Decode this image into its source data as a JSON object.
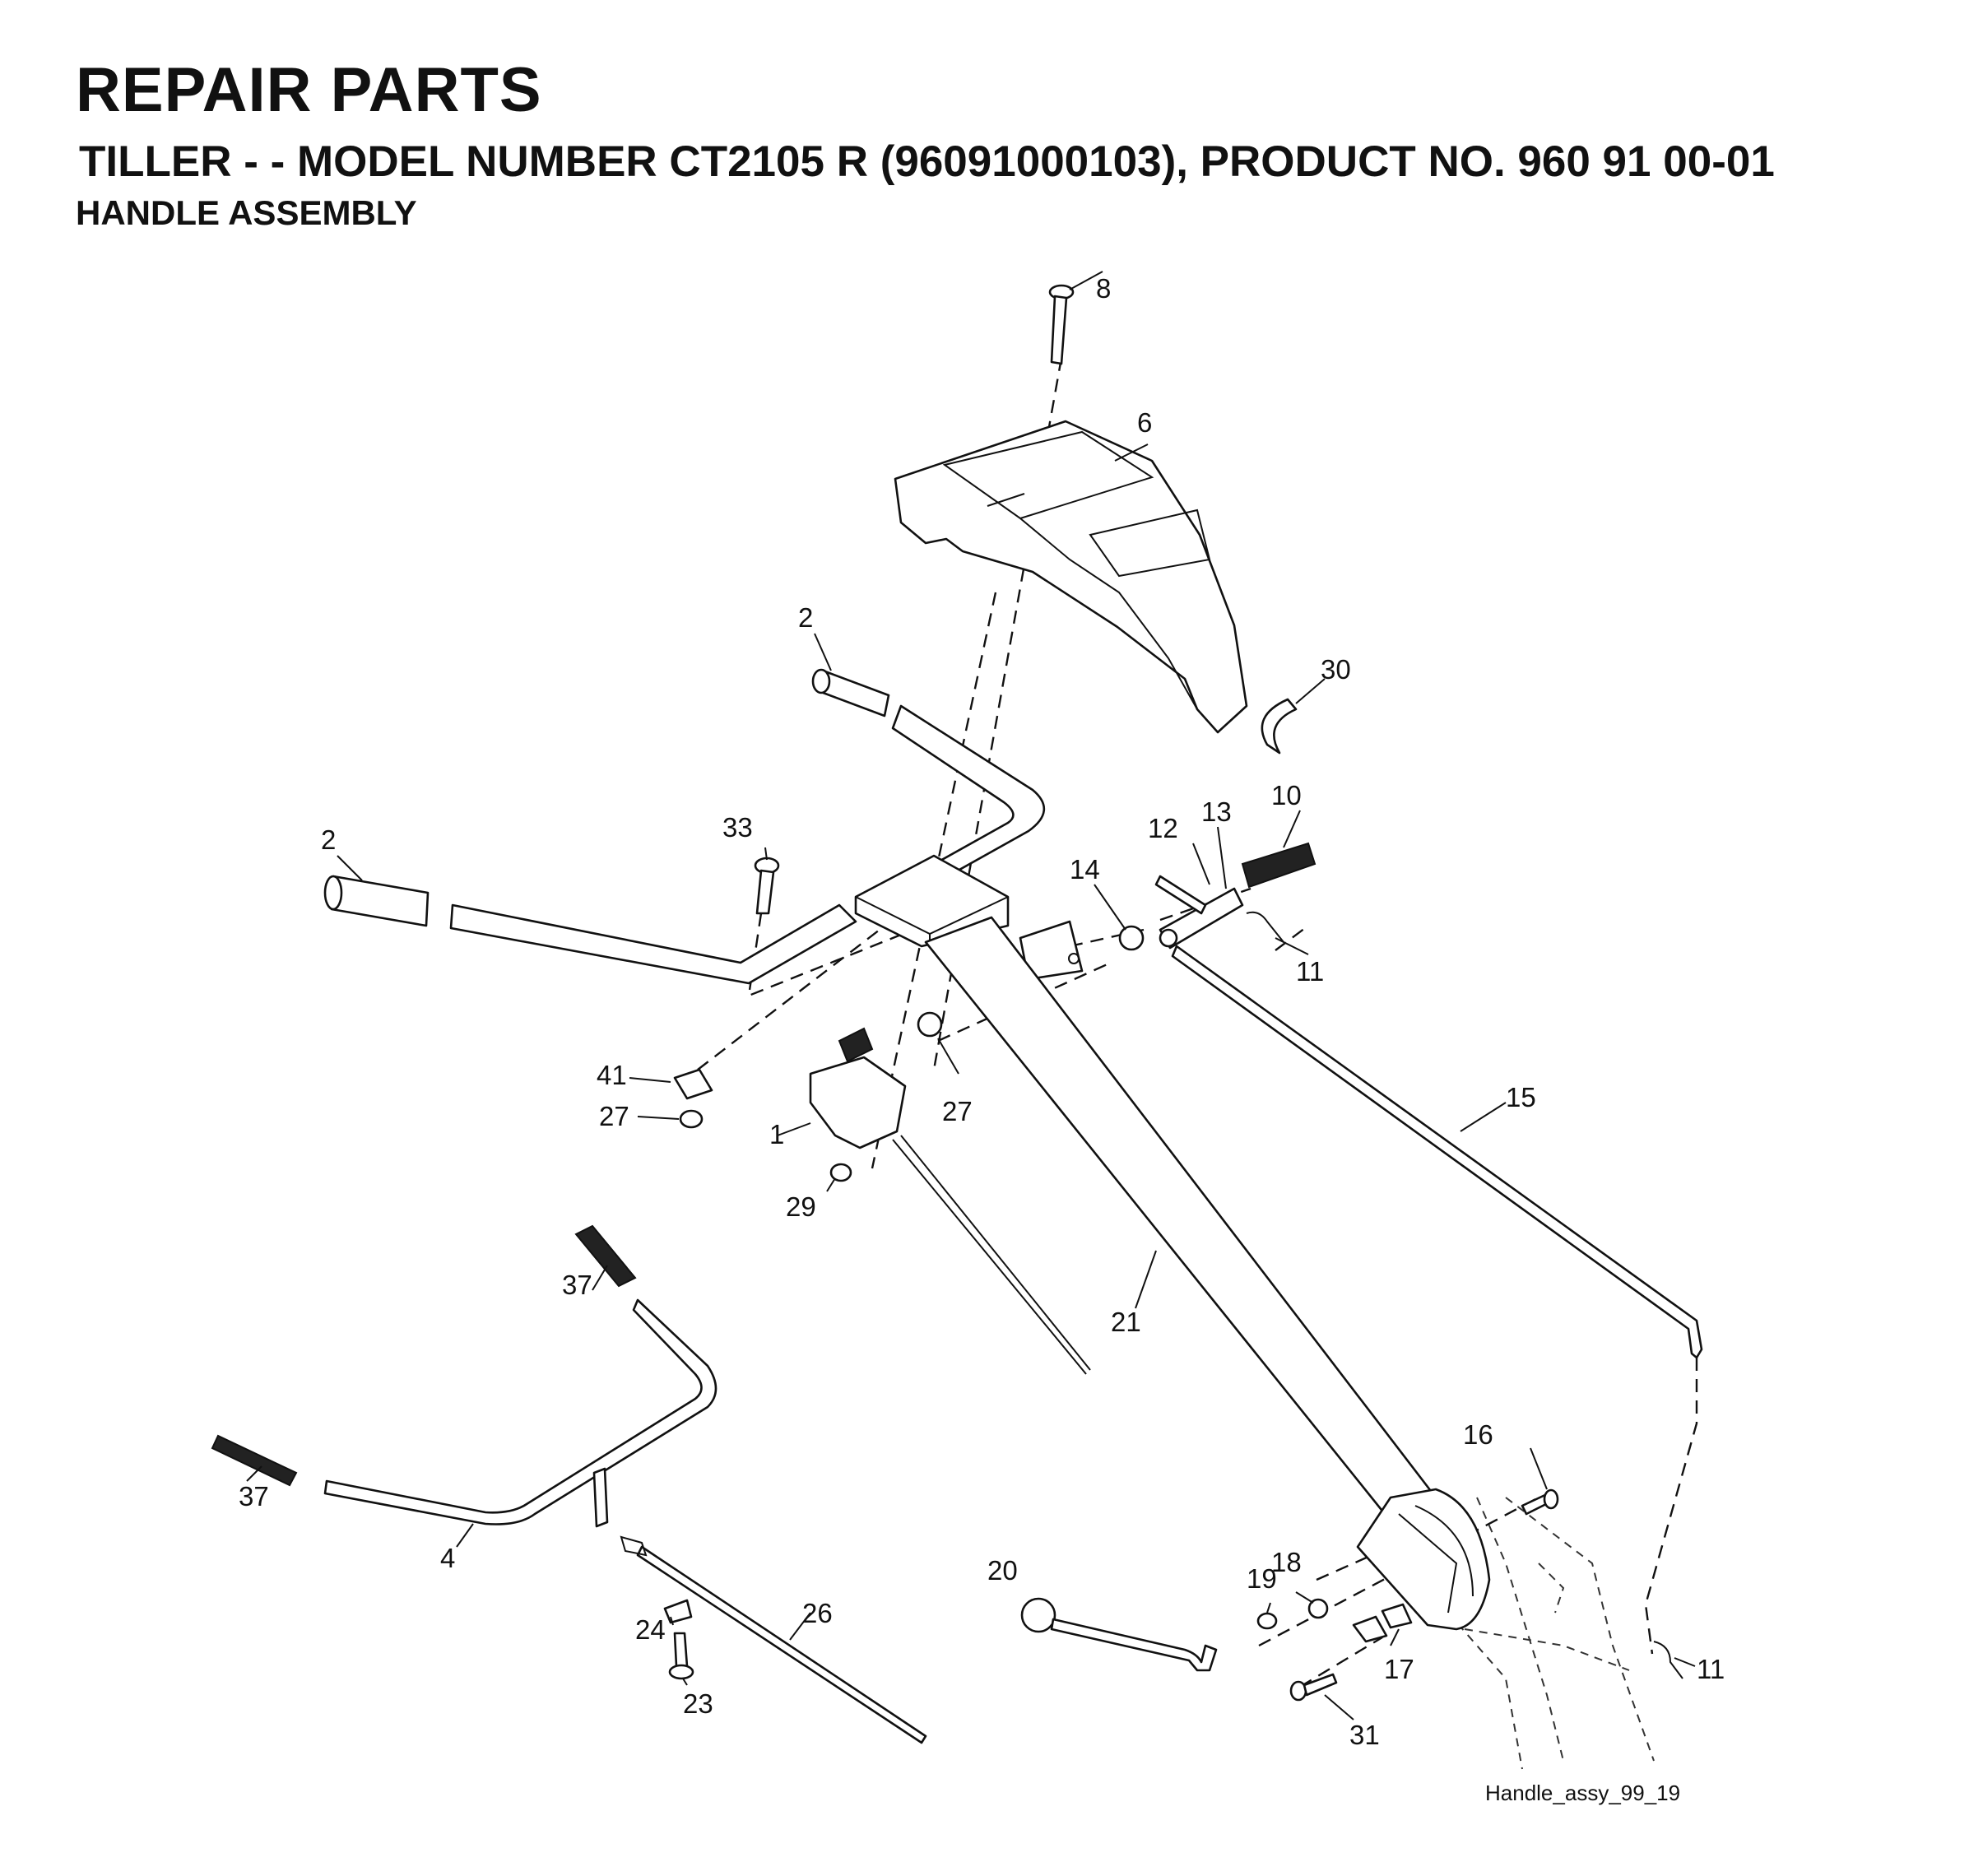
{
  "header": {
    "title": "REPAIR PARTS",
    "subtitle": "TILLER - - MODEL NUMBER CT2105 R (96091000103), PRODUCT NO. 960 91 00-01",
    "section": "HANDLE ASSEMBLY"
  },
  "callouts": {
    "c1": "1",
    "c2a": "2",
    "c2b": "2",
    "c4": "4",
    "c6": "6",
    "c8": "8",
    "c10": "10",
    "c11a": "11",
    "c11b": "11",
    "c12": "12",
    "c13": "13",
    "c14": "14",
    "c15": "15",
    "c16": "16",
    "c17": "17",
    "c18": "18",
    "c19": "19",
    "c20": "20",
    "c21": "21",
    "c23": "23",
    "c24": "24",
    "c26": "26",
    "c27a": "27",
    "c27b": "27",
    "c29": "29",
    "c30": "30",
    "c31": "31",
    "c33": "33",
    "c37a": "37",
    "c37b": "37",
    "c41": "41"
  },
  "drawing_ref": "Handle_assy_99_19"
}
